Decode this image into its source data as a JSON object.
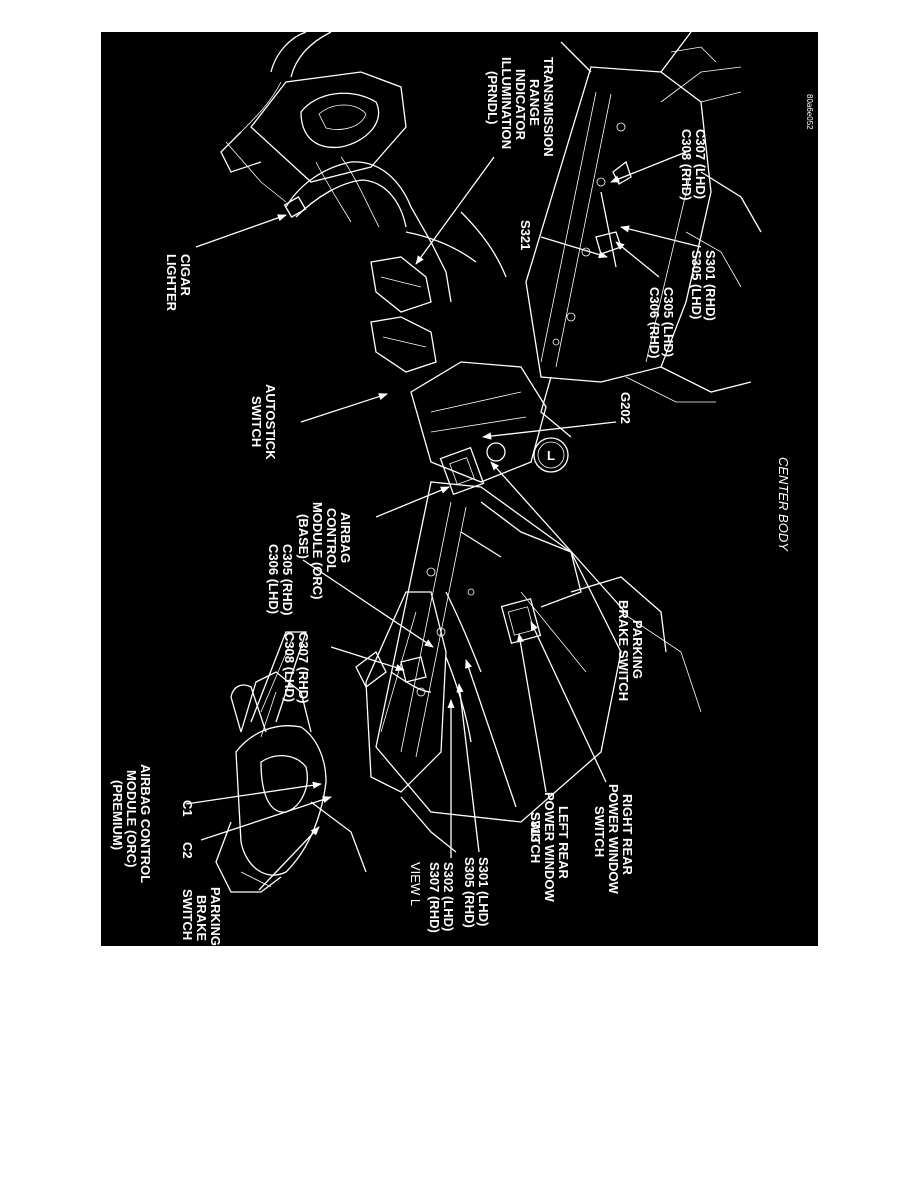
{
  "diagram": {
    "caption": "CENTER BODY",
    "view_label": "VIEW L",
    "figure_id": "80a6e052",
    "detail_letter": "L",
    "labels": {
      "transmission_range": [
        "TRANSMISSION",
        "RANGE",
        "INDICATOR",
        "ILLUMINATION",
        "(PRNDL)"
      ],
      "cigar_lighter": [
        "CIGAR",
        "LIGHTER"
      ],
      "c307_c308_top": [
        "C307 (LHD)",
        "C308 (RHD)"
      ],
      "s321": "S321",
      "c305_c306_top": [
        "C305 (LHD)",
        "C306 (RHD)"
      ],
      "s301_s305_top": [
        "S301 (RHD)",
        "S305 (LHD)"
      ],
      "autostick": [
        "AUTOSTICK",
        "SWITCH"
      ],
      "g202": "G202",
      "airbag_base": [
        "AIRBAG",
        "CONTROL",
        "MODULE (ORC)",
        "(BASE)"
      ],
      "c305_c306_mid": [
        "C305 (RHD)",
        "C306 (LHD)"
      ],
      "c307_c308_mid": [
        "C307 (RHD)",
        "C308 (LHD)"
      ],
      "parking_brake_right": [
        "PARKING",
        "BRAKE SWITCH"
      ],
      "airbag_premium": [
        "AIRBAG CONTROL",
        "MODULE (ORC)",
        "(PREMIUM)"
      ],
      "c1": "C1",
      "c2": "C2",
      "parking_brake_left": [
        "PARKING",
        "BRAKE",
        "SWITCH"
      ],
      "s302_s307": [
        "S302 (LHD)",
        "S307 (RHD)"
      ],
      "s301_s305_bottom": [
        "S301 (LHD)",
        "S305 (RHD)"
      ],
      "s313": "S313",
      "left_rear_window": [
        "LEFT REAR",
        "POWER WINDOW",
        "SWITCH"
      ],
      "right_rear_window": [
        "RIGHT REAR",
        "POWER WINDOW",
        "SWITCH"
      ]
    }
  }
}
